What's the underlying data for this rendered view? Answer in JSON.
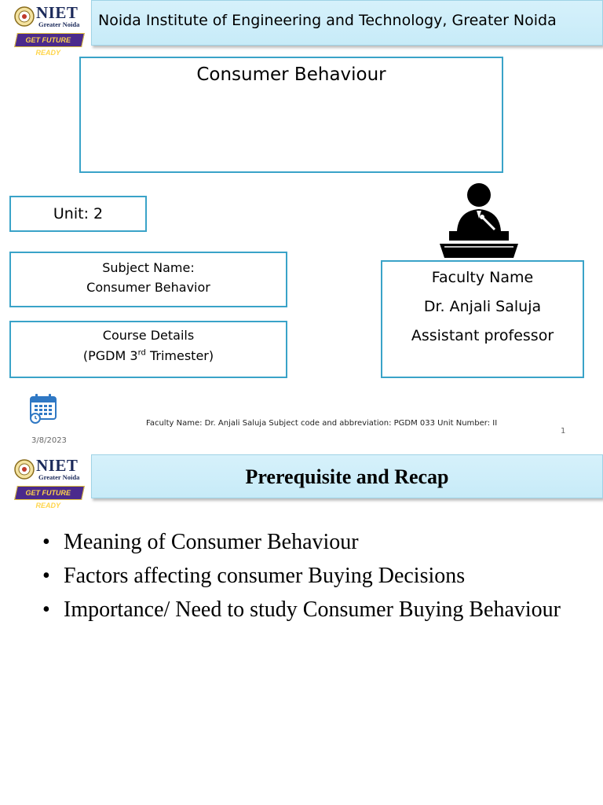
{
  "logo": {
    "brand": "NIET",
    "sub": "Greater Noida",
    "tagline": "GET FUTURE READY"
  },
  "slide1": {
    "header": "Noida Institute of Engineering and Technology, Greater Noida",
    "title": "Consumer Behaviour",
    "unit": "Unit: 2",
    "subject": {
      "label": "Subject Name:",
      "value": "Consumer Behavior"
    },
    "course": {
      "label": "Course Details",
      "open": "(PGDM  3",
      "sup": "rd",
      "close": " Trimester)"
    },
    "faculty": {
      "label": "Faculty Name",
      "name": "Dr. Anjali Saluja",
      "designation": "Assistant professor"
    },
    "footer": "Faculty Name: Dr. Anjali Saluja  Subject code and abbreviation: PGDM 033 Unit Number: II",
    "date": "3/8/2023",
    "page": "1",
    "icons": {
      "speaker": "speaker-podium-icon",
      "calendar": "calendar-icon"
    }
  },
  "slide2": {
    "header": "Prerequisite and Recap",
    "items": [
      "Meaning of Consumer Behaviour",
      "Factors affecting consumer Buying Decisions",
      "Importance/ Need to study Consumer Buying Behaviour"
    ],
    "bullet": "•"
  },
  "colors": {
    "header_bg": "#c7ebf8",
    "box_border": "#3aa3c8",
    "brand": "#1b2a5a",
    "ribbon": "#4b2a8c"
  }
}
